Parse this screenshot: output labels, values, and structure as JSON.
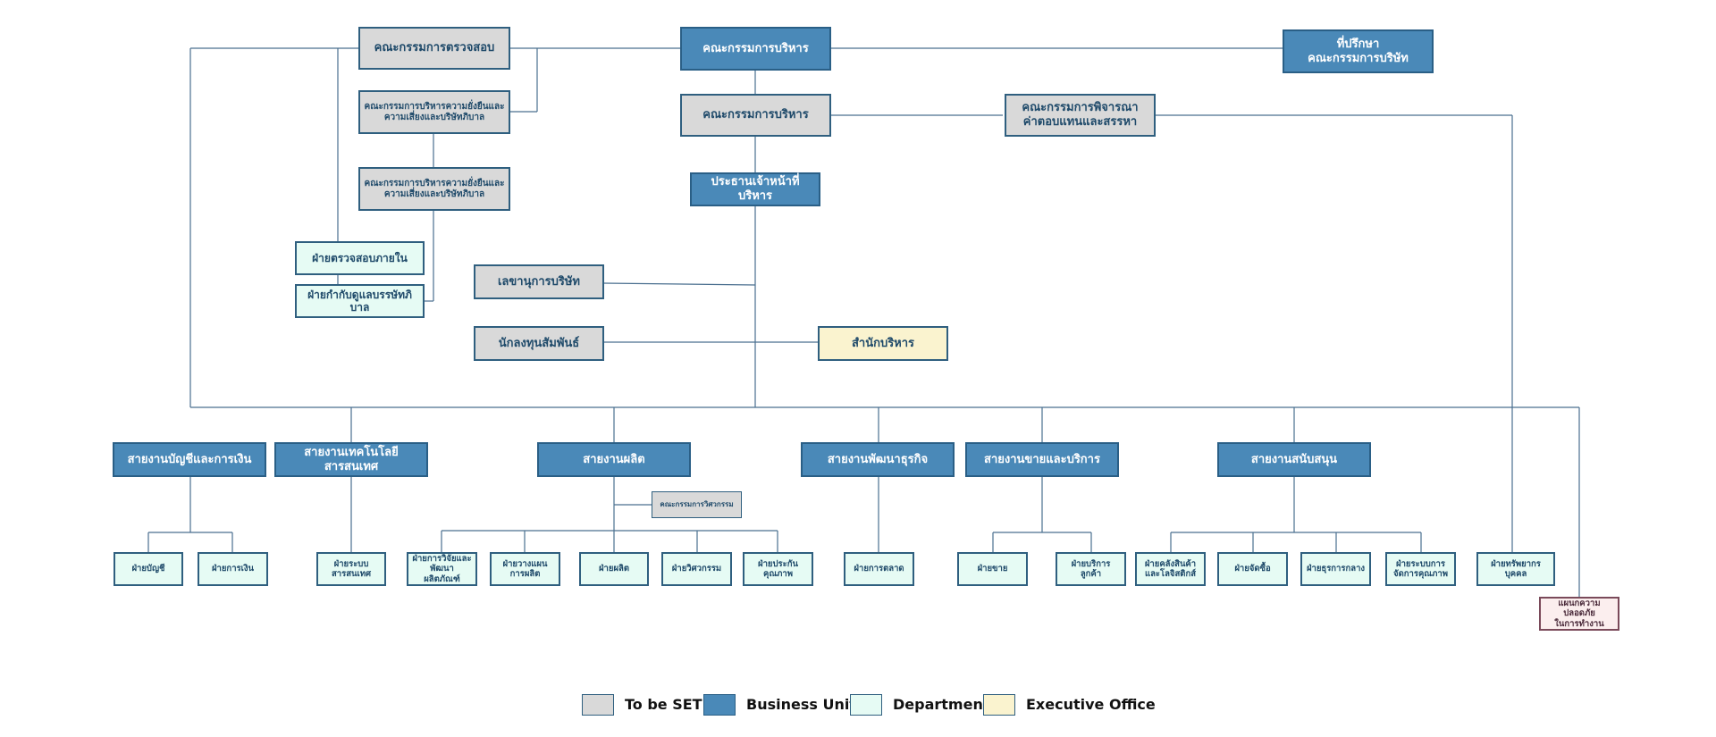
{
  "top": {
    "audit_committee": "คณะกรรมการตรวจสอบ",
    "board": "คณะกรรมการบริหาร",
    "advisor": "ที่ปรึกษา\nคณะกรรมการบริษัท",
    "risk_committee_1": "คณะกรรมการบริหารความยั่งยืนและ\nความเสี่ยงและบริษัทภิบาล",
    "exec_committee": "คณะกรรมการบริหาร",
    "remuneration_committee": "คณะกรรมการพิจารณา\nค่าตอบแทนและสรรหา",
    "risk_committee_2": "คณะกรรมการบริหารความยั่งยืนและ\nความเสี่ยงและบริษัทภิบาล",
    "ceo": "ประธานเจ้าหน้าที่บริหาร",
    "internal_audit": "ฝ่ายตรวจสอบภายใน",
    "governance_dept": "ฝ่ายกำกับดูแลบรรษัทภิบาล",
    "company_secretary": "เลขานุการบริษัท",
    "investor_relations": "นักลงทุนสัมพันธ์",
    "exec_office": "สำนักบริหาร"
  },
  "units": {
    "accounting_finance": "สายงานบัญชีและการเงิน",
    "it": "สายงานเทคโนโลยีสารสนเทศ",
    "production": "สายงานผลิต",
    "business_dev": "สายงานพัฒนาธุรกิจ",
    "sales_service": "สายงานขายและบริการ",
    "support": "สายงานสนับสนุน",
    "engineering_committee": "คณะกรรมการวิศวกรรม"
  },
  "departments": {
    "accounting": "ฝ่ายบัญชี",
    "finance": "ฝ่ายการเงิน",
    "info_systems": "ฝ่ายระบบ\nสารสนเทศ",
    "rnd": "ฝ่ายการวิจัยและ\nพัฒนาผลิตภัณฑ์",
    "production_planning": "ฝ่ายวางแผน\nการผลิต",
    "production": "ฝ่ายผลิต",
    "engineering": "ฝ่ายวิศวกรรม",
    "quality_assurance": "ฝ่ายประกันคุณภาพ",
    "marketing": "ฝ่ายการตลาด",
    "sales": "ฝ่ายขาย",
    "customer_service": "ฝ่ายบริการลูกค้า",
    "warehouse_logistics": "ฝ่ายคลังสินค้า\nและโลจิสติกส์",
    "procurement": "ฝ่ายจัดซื้อ",
    "general_affairs": "ฝ่ายธุรการกลาง",
    "quality_system": "ฝ่ายระบบการ\nจัดการคุณภาพ",
    "human_resources": "ฝ่ายทรัพยากรบุคคล",
    "safety": "แผนกความปลอดภัย\nในการทำงาน"
  },
  "legend": {
    "to_be_set": "To be SET",
    "business_unit": "Business Unit",
    "department": "Department",
    "executive_office": "Executive Office"
  },
  "colors": {
    "to_be_set": "#d9d9d9",
    "business_unit": "#4a89b8",
    "department": "#e6fbf4",
    "executive_office": "#faf3cf",
    "connector": "#4a6f8f"
  }
}
